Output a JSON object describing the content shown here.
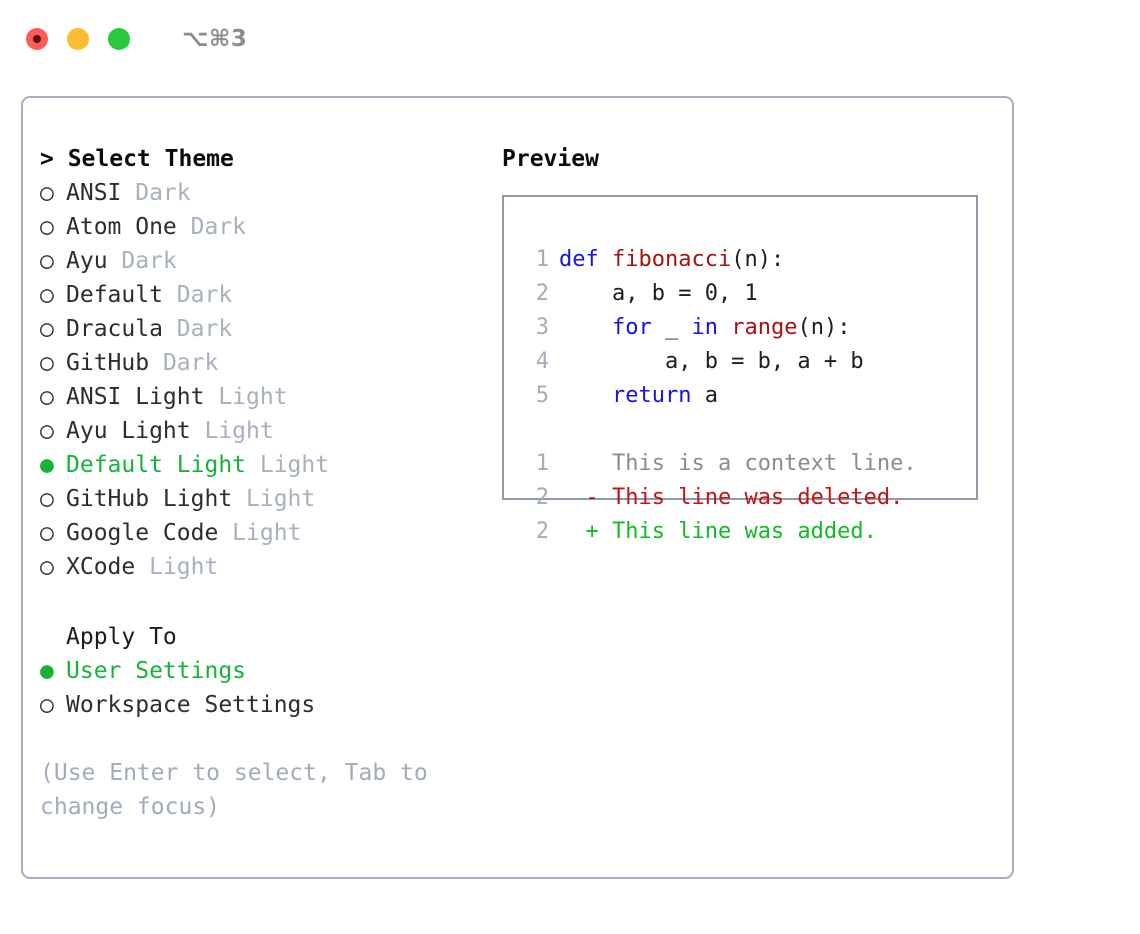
{
  "window": {
    "traffic_lights": [
      {
        "name": "close",
        "color": "#fc5b57"
      },
      {
        "name": "minimize",
        "color": "#fdbc2e"
      },
      {
        "name": "zoom",
        "color": "#28c83f"
      }
    ],
    "shortcut": "⌥⌘3"
  },
  "theme_picker": {
    "header": "> Select Theme",
    "unselected_bullet": "○",
    "selected_bullet": "●",
    "items": [
      {
        "name": "ANSI",
        "variant": "Dark",
        "selected": false
      },
      {
        "name": "Atom One",
        "variant": "Dark",
        "selected": false
      },
      {
        "name": "Ayu",
        "variant": "Dark",
        "selected": false
      },
      {
        "name": "Default",
        "variant": "Dark",
        "selected": false
      },
      {
        "name": "Dracula",
        "variant": "Dark",
        "selected": false
      },
      {
        "name": "GitHub",
        "variant": "Dark",
        "selected": false
      },
      {
        "name": "ANSI Light",
        "variant": "Light",
        "selected": false
      },
      {
        "name": "Ayu Light",
        "variant": "Light",
        "selected": false
      },
      {
        "name": "Default Light",
        "variant": "Light",
        "selected": true
      },
      {
        "name": "GitHub Light",
        "variant": "Light",
        "selected": false
      },
      {
        "name": "Google Code",
        "variant": "Light",
        "selected": false
      },
      {
        "name": "XCode",
        "variant": "Light",
        "selected": false
      }
    ]
  },
  "apply_to": {
    "label": "Apply To",
    "items": [
      {
        "label": "User Settings",
        "selected": true
      },
      {
        "label": "Workspace Settings",
        "selected": false
      }
    ]
  },
  "hint": "(Use Enter to select, Tab to change focus)",
  "preview": {
    "title": "Preview",
    "code_lines": [
      {
        "num": "1",
        "tokens": [
          {
            "t": "def ",
            "c": "kw"
          },
          {
            "t": "fibonacci",
            "c": "fn"
          },
          {
            "t": "(n):",
            "c": "pl"
          }
        ]
      },
      {
        "num": "2",
        "tokens": [
          {
            "t": "    a, b = 0, 1",
            "c": "pl"
          }
        ]
      },
      {
        "num": "3",
        "tokens": [
          {
            "t": "    ",
            "c": "pl"
          },
          {
            "t": "for",
            "c": "kw"
          },
          {
            "t": " _ ",
            "c": "pl"
          },
          {
            "t": "in",
            "c": "kw"
          },
          {
            "t": " ",
            "c": "pl"
          },
          {
            "t": "range",
            "c": "fn"
          },
          {
            "t": "(n):",
            "c": "pl"
          }
        ]
      },
      {
        "num": "4",
        "tokens": [
          {
            "t": "        a, b = b, a + b",
            "c": "pl"
          }
        ]
      },
      {
        "num": "5",
        "tokens": [
          {
            "t": "    ",
            "c": "pl"
          },
          {
            "t": "return",
            "c": "kw"
          },
          {
            "t": " a",
            "c": "pl"
          }
        ]
      }
    ],
    "diff_lines": [
      {
        "num": "1",
        "marker": " ",
        "text": " This is a context line.",
        "kind": "ctx"
      },
      {
        "num": "2",
        "marker": "-",
        "text": " This line was deleted.",
        "kind": "del"
      },
      {
        "num": "2",
        "marker": "+",
        "text": " This line was added.",
        "kind": "add"
      }
    ]
  },
  "colors": {
    "selected": "#16b338",
    "dim": "#a7b0bf",
    "keyword": "#1414e8",
    "function": "#a51212",
    "added": "#11bb22",
    "deleted": "#c51111",
    "panel_border": "#a5aebc"
  }
}
